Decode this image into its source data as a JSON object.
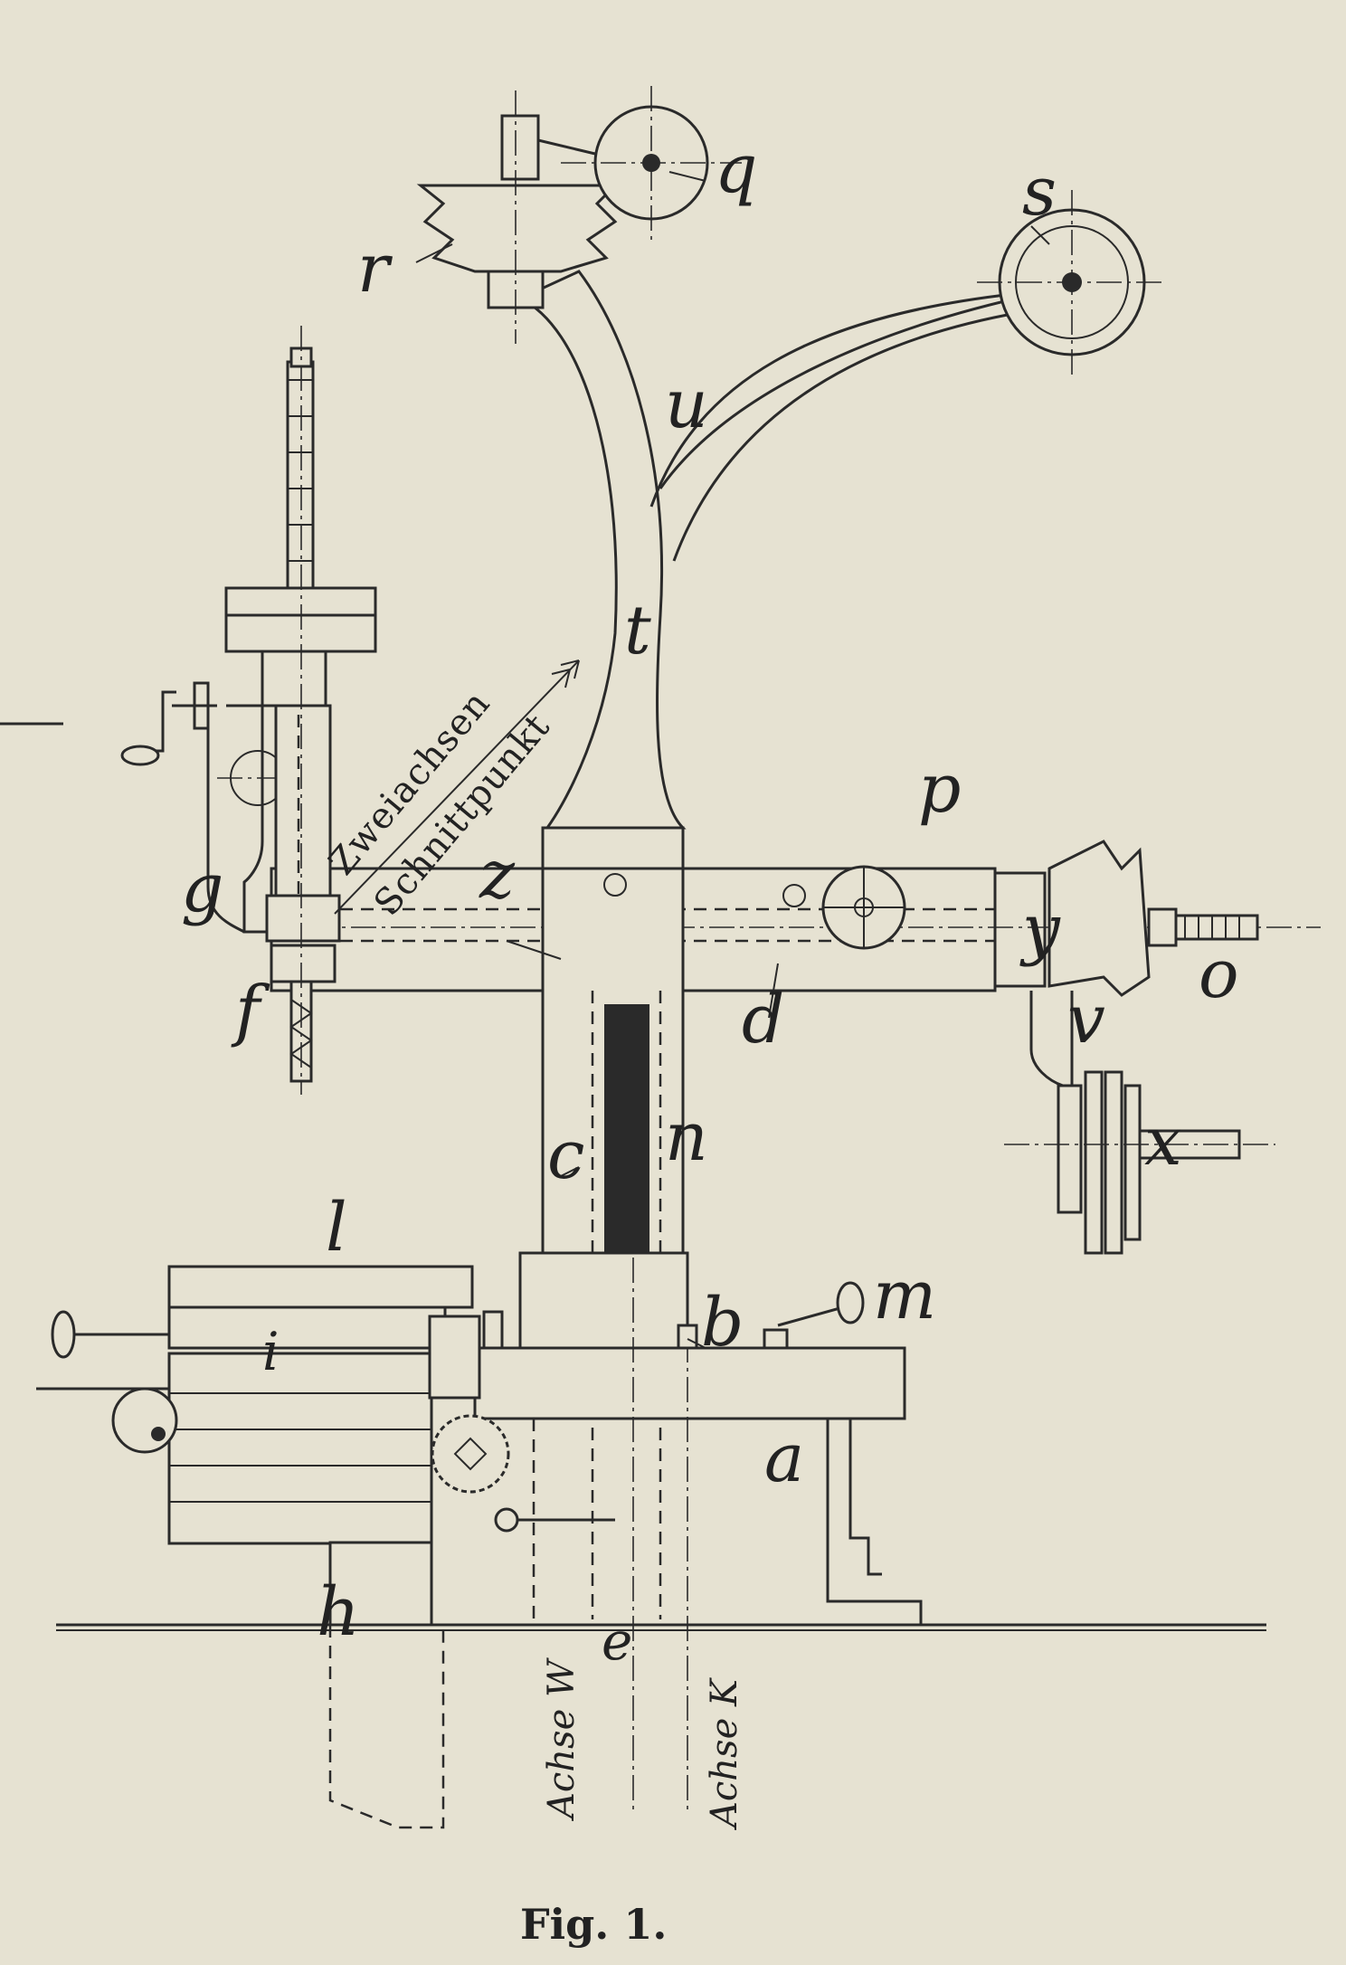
{
  "figure": {
    "caption": "Fig. 1.",
    "annotation": {
      "line1": "Zweiachsen",
      "line2": "Schnittpunkt"
    },
    "axes": {
      "w": "Achse W",
      "k": "Achse K"
    },
    "parts": {
      "q": "q",
      "r": "r",
      "s": "s",
      "u": "u",
      "t": "t",
      "p": "p",
      "g": "g",
      "z": "z",
      "f": "f",
      "d": "d",
      "y": "y",
      "o": "o",
      "v": "v",
      "c": "c",
      "n": "n",
      "x": "x",
      "l": "l",
      "m": "m",
      "b": "b",
      "i": "i",
      "a": "a",
      "h": "h",
      "e": "e"
    }
  }
}
